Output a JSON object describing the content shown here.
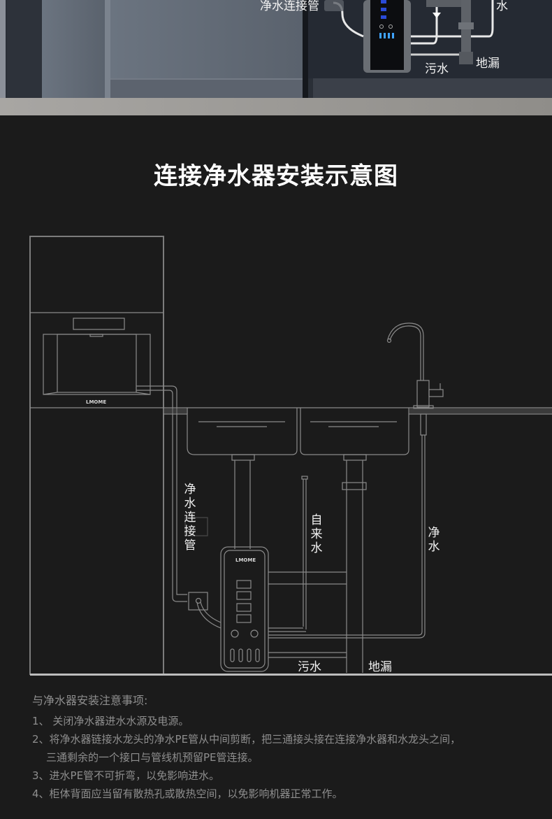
{
  "top_photo": {
    "labels": {
      "clean_water_pipe": "净水连接管",
      "water_partial": "水",
      "waste_water": "污水",
      "floor_drain": "地漏"
    }
  },
  "title": "连接净水器安装示意图",
  "diagram": {
    "brand_logo": "LMOME",
    "labels": {
      "clean_water_pipe": "净水连接管",
      "tap_water": "自来水",
      "clean_water": "净水",
      "waste_water": "污水",
      "floor_drain": "地漏"
    }
  },
  "notes": {
    "heading": "与净水器安装注意事项:",
    "items": [
      {
        "number": "1、",
        "text": " 关闭净水器进水水源及电源。"
      },
      {
        "number": "2、",
        "text": "将净水器链接水龙头的净水PE管从中间剪断，把三通接头接在连接净水器和水龙头之间，"
      },
      {
        "number": "",
        "text": "三通剩余的一个接口与管线机预留PE管连接。"
      },
      {
        "number": "3、",
        "text": "进水PE管不可折弯，以免影响进水。"
      },
      {
        "number": "4、",
        "text": "柜体背面应当留有散热孔或散热空间，以免影响机器正常工作。"
      }
    ]
  }
}
